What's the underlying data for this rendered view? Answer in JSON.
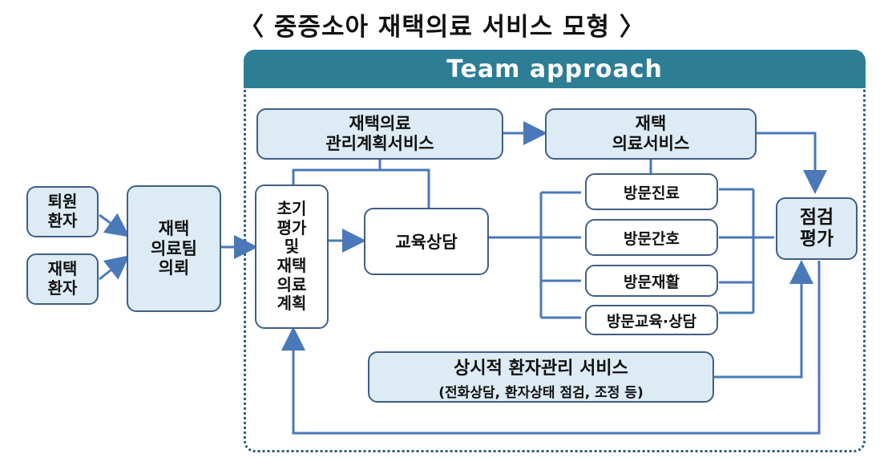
{
  "title": "〈 중증소아 재택의료 서비스 모형 〉",
  "banner": "Team approach",
  "nodes": {
    "discharged": "퇴원\n환자",
    "home_patient": "재택\n환자",
    "team_referral": "재택\n의료팀\n의뢰",
    "initial_eval": "초기\n평가\n및\n재택\n의료\n계획",
    "plan_service": "재택의료\n관리계획서비스",
    "home_care_service": "재택\n의료서비스",
    "education": "교육상담",
    "visit_treatment": "방문진료",
    "visit_nursing": "방문간호",
    "visit_rehab": "방문재활",
    "visit_education": "방문교육·상담",
    "evaluation": "점검\n평가",
    "continuous_title": "상시적 환자관리 서비스",
    "continuous_sub": "(전화상담, 환자상태 점검, 조정 등)"
  },
  "colors": {
    "arrow": "#4a78b8",
    "line": "#4a78b8",
    "box_border": "#3f5f86",
    "box_fill": "#dcebf4",
    "banner": "#2d7d95"
  }
}
